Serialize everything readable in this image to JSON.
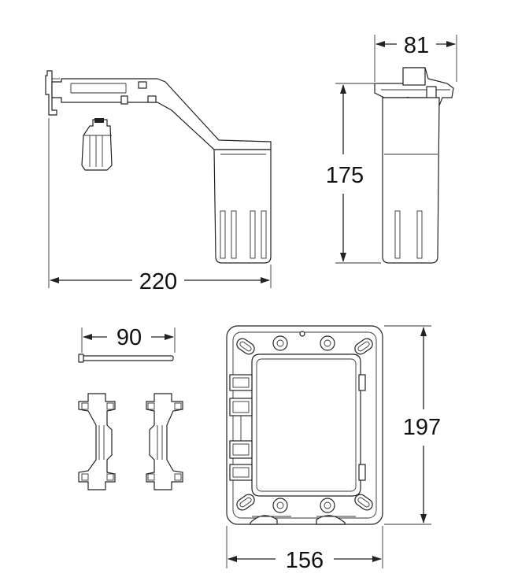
{
  "dimensions": {
    "width_top": "81",
    "height_top": "175",
    "length_top": "220",
    "rod_length": "90",
    "frame_height": "197",
    "frame_width": "156"
  }
}
